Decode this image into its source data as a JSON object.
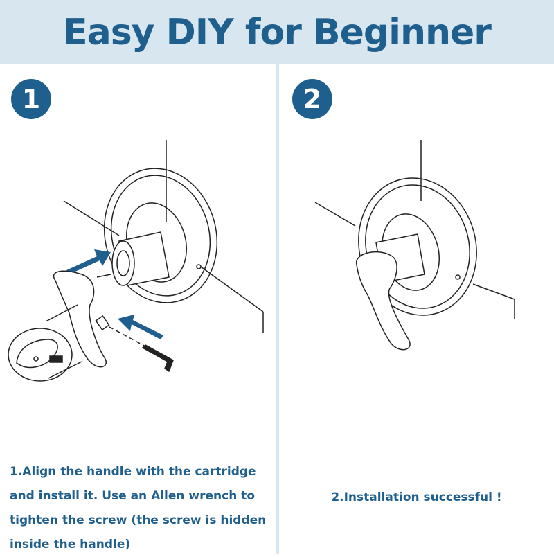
{
  "header": {
    "title": "Easy DIY for Beginner"
  },
  "steps": [
    {
      "number": "1",
      "caption": "1.Align the handle with the cartridge and install it. Use an Allen wrench to tighten the screw (the screw is hidden inside the handle)"
    },
    {
      "number": "2",
      "caption": "2.Installation successful !"
    }
  ],
  "colors": {
    "accent": "#1f5f8e",
    "header_bg": "#d8e6ef",
    "line": "#222222"
  },
  "icons": [
    "wall-plate-icon",
    "faucet-handle-icon",
    "arrow-icon",
    "allen-wrench-icon",
    "set-screw-icon"
  ]
}
